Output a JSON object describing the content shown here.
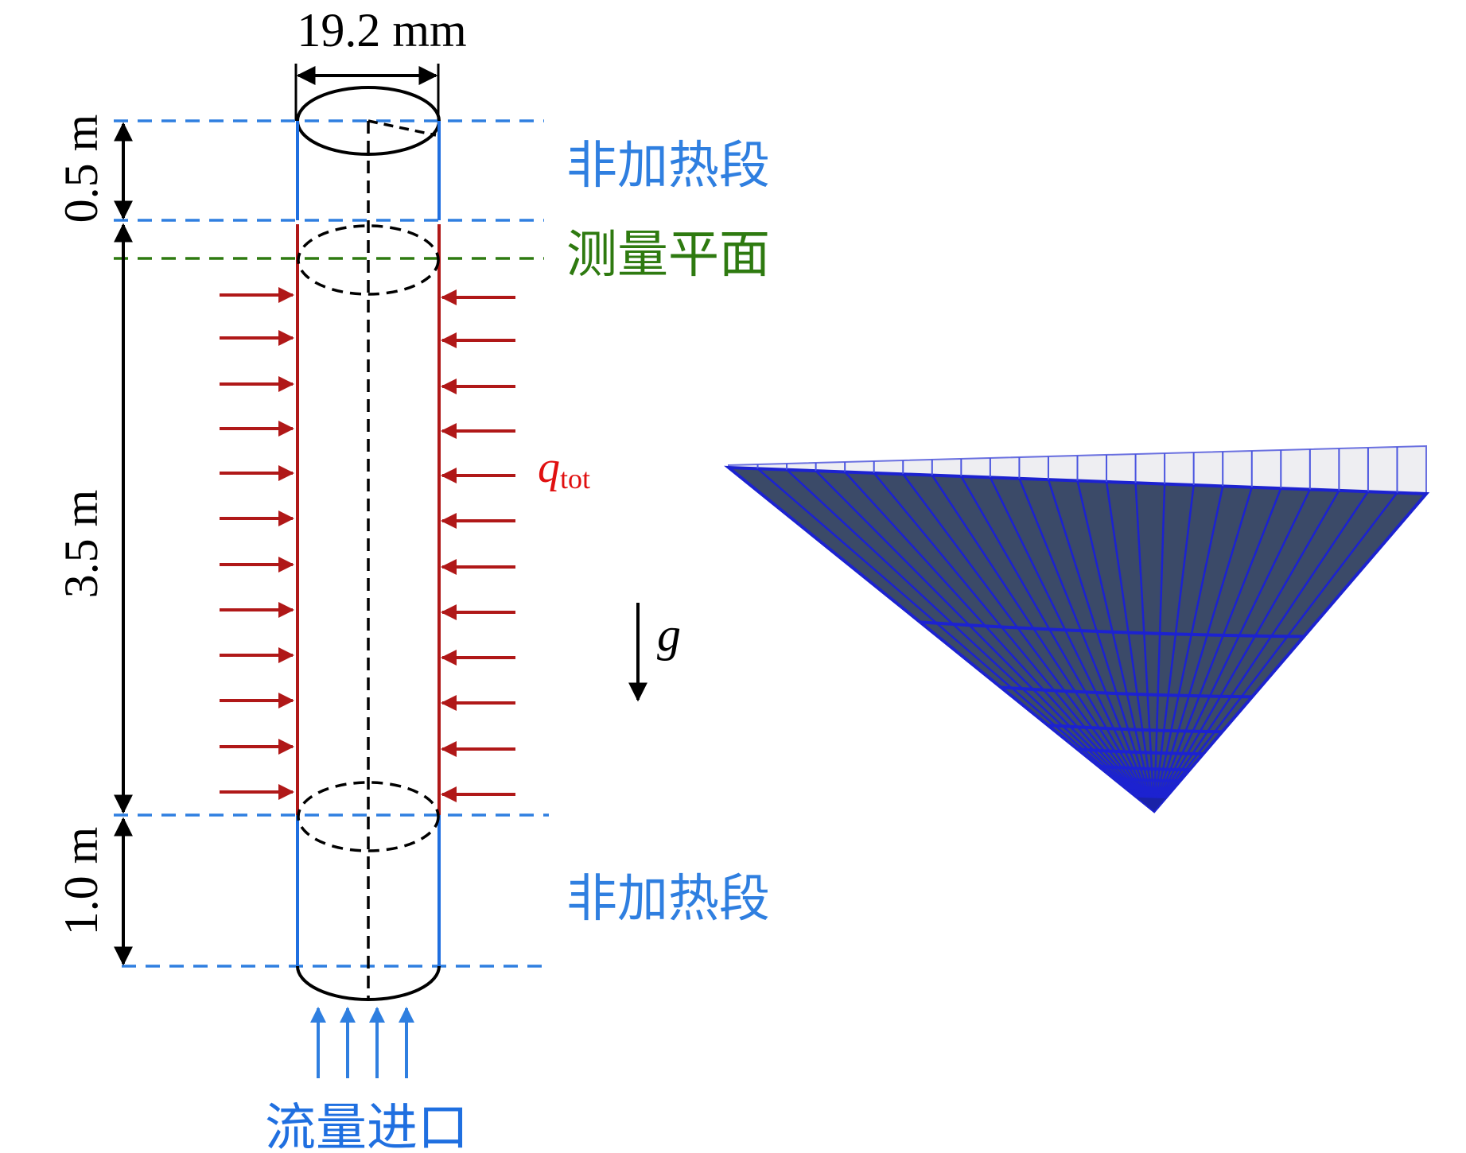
{
  "diameter_label": "19.2 mm",
  "heights": {
    "top": "0.5 m",
    "middle": "3.5 m",
    "bottom": "1.0 m"
  },
  "labels": {
    "unheated_top": "非加热段",
    "measurement_plane": "测量平面",
    "unheated_bottom": "非加热段",
    "flow_inlet": "流量进口",
    "heat_flux_symbol": "q",
    "heat_flux_subscript": "tot",
    "gravity": "g"
  },
  "colors": {
    "blue": "#2f7fe0",
    "green": "#2e7a10",
    "red": "#b01818",
    "mesh_fill": "#3b4a68",
    "mesh_line": "#1c22d0"
  }
}
